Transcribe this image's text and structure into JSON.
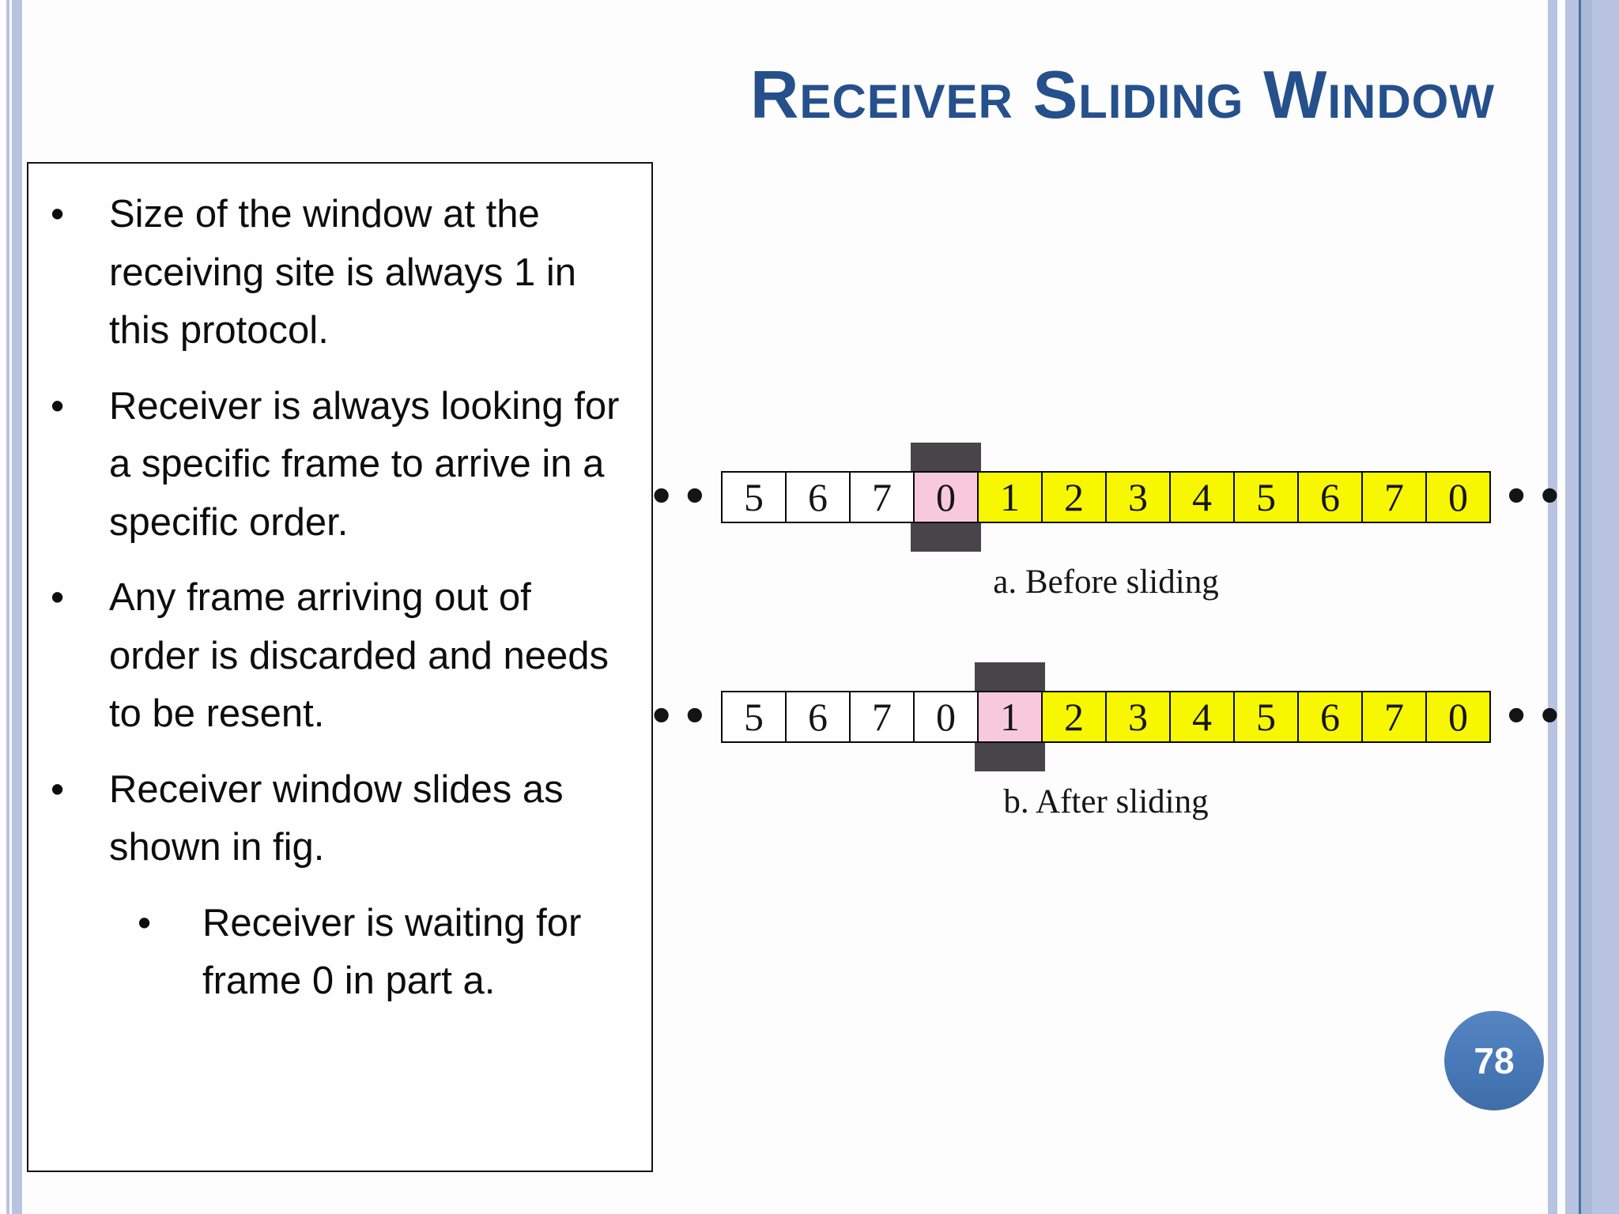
{
  "slide": {
    "title": "Receiver Sliding Window",
    "page_number": "78"
  },
  "bullets": [
    {
      "level": 1,
      "text": "Size of the window at the receiving site is always 1 in this protocol."
    },
    {
      "level": 1,
      "text": "Receiver is always looking for a specific frame to arrive in a specific order."
    },
    {
      "level": 1,
      "text": "Any frame arriving out of order is discarded and needs to be resent."
    },
    {
      "level": 1,
      "text": "Receiver window slides as shown in fig."
    },
    {
      "level": 2,
      "text": "Receiver is waiting for frame 0 in part a."
    }
  ],
  "figure": {
    "ellipsis": "•••",
    "rows": [
      {
        "caption": "a. Before sliding",
        "window_index": 3,
        "cells": [
          {
            "label": "5",
            "color": "white"
          },
          {
            "label": "6",
            "color": "white"
          },
          {
            "label": "7",
            "color": "white"
          },
          {
            "label": "0",
            "color": "pink"
          },
          {
            "label": "1",
            "color": "yellow"
          },
          {
            "label": "2",
            "color": "yellow"
          },
          {
            "label": "3",
            "color": "yellow"
          },
          {
            "label": "4",
            "color": "yellow"
          },
          {
            "label": "5",
            "color": "yellow"
          },
          {
            "label": "6",
            "color": "yellow"
          },
          {
            "label": "7",
            "color": "yellow"
          },
          {
            "label": "0",
            "color": "yellow"
          }
        ]
      },
      {
        "caption": "b. After sliding",
        "window_index": 4,
        "cells": [
          {
            "label": "5",
            "color": "white"
          },
          {
            "label": "6",
            "color": "white"
          },
          {
            "label": "7",
            "color": "white"
          },
          {
            "label": "0",
            "color": "white"
          },
          {
            "label": "1",
            "color": "pink"
          },
          {
            "label": "2",
            "color": "yellow"
          },
          {
            "label": "3",
            "color": "yellow"
          },
          {
            "label": "4",
            "color": "yellow"
          },
          {
            "label": "5",
            "color": "yellow"
          },
          {
            "label": "6",
            "color": "yellow"
          },
          {
            "label": "7",
            "color": "yellow"
          },
          {
            "label": "0",
            "color": "yellow"
          }
        ]
      }
    ]
  },
  "colors": {
    "title_blue": "#25508C",
    "stripe_blue": "#B7C3E0",
    "stripe_blue_mid": "#AAB9D6",
    "stripe_line_blue": "#4B6FA9",
    "cell_yellow": "#F7F700",
    "cell_pink": "#F8C9DC",
    "marker_gray": "#48444A",
    "page_badge_blue": "#4878B7",
    "text_black": "#0D0D0D"
  }
}
